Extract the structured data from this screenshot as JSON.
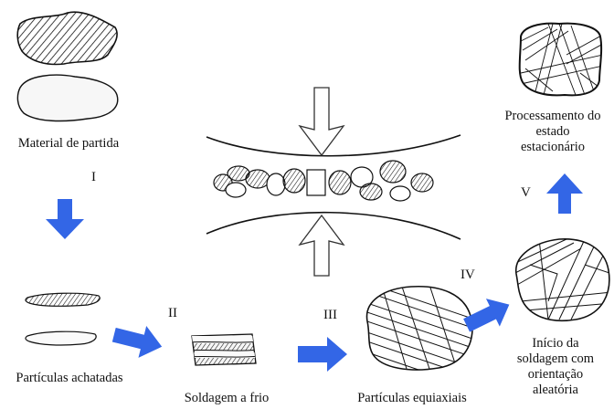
{
  "labels": {
    "material_de_partida": "Material de partida",
    "particulas_achatadas": "Partículas achatadas",
    "soldagem_a_frio": "Soldagem a frio",
    "particulas_equiaxiais": "Partículas equiaxiais",
    "inicio_line1": "Início da",
    "inicio_line2": "soldagem com",
    "inicio_line3": "orientação",
    "inicio_line4": "aleatória",
    "proc_line1": "Processamento do",
    "proc_line2": "estado",
    "proc_line3": "estacionário"
  },
  "stages": {
    "i": "I",
    "ii": "II",
    "iii": "III",
    "iv": "IV",
    "v": "V"
  },
  "colors": {
    "arrow_blue": "#3366e6",
    "line": "#111111"
  }
}
